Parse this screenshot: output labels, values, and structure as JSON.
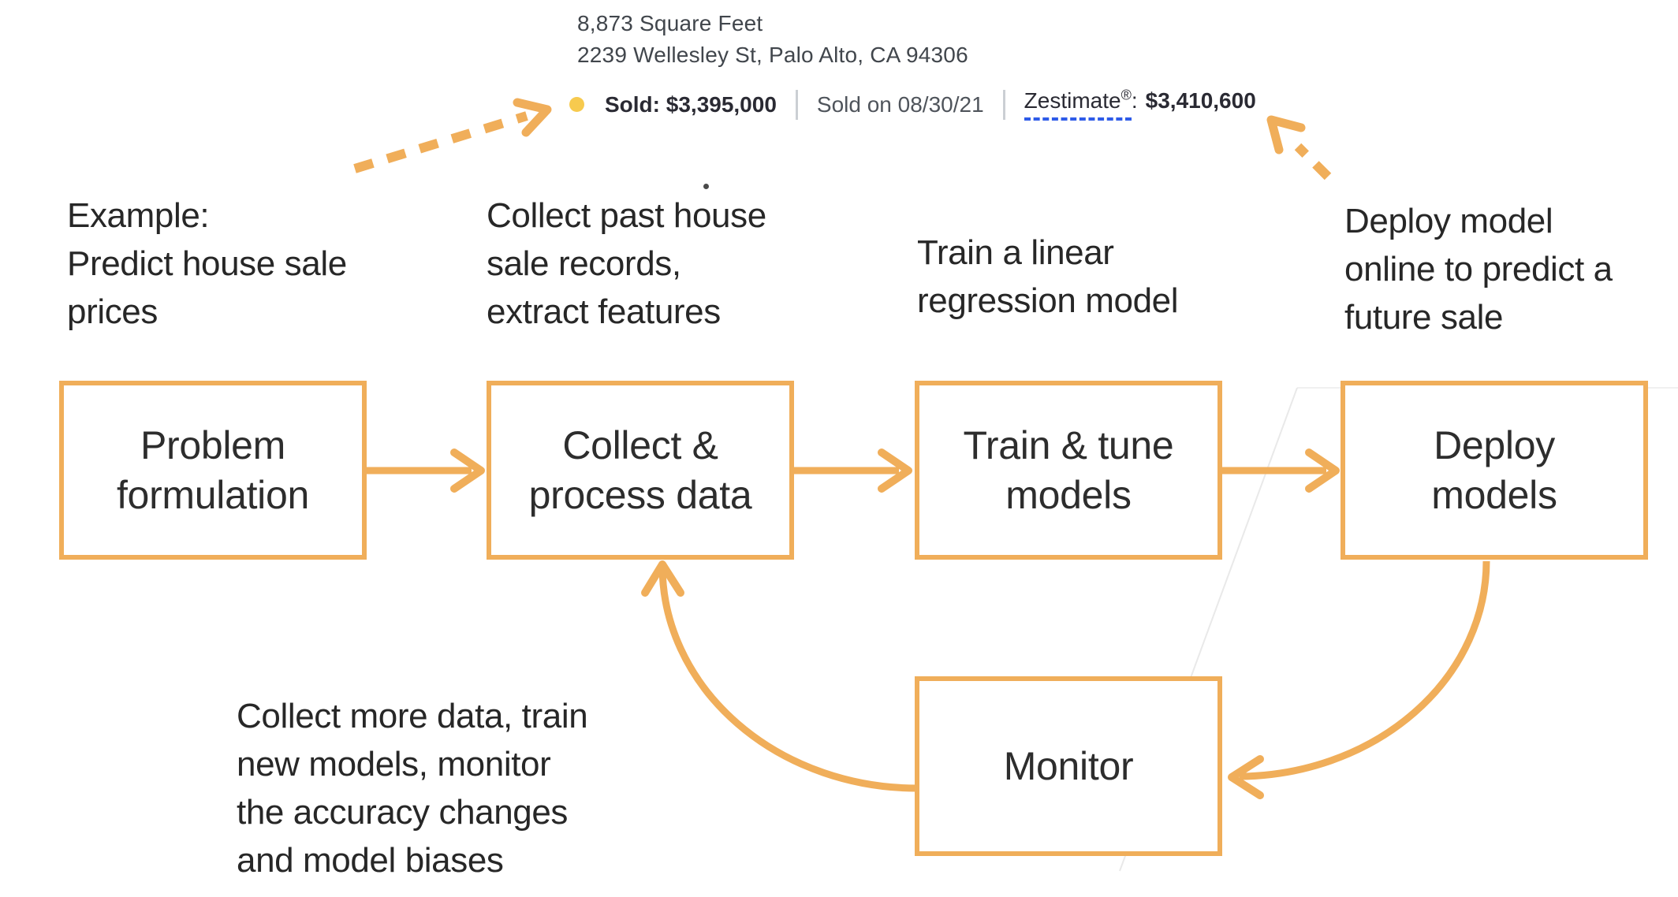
{
  "listing": {
    "sqft": "8,873 Square Feet",
    "address": "2239 Wellesley St, Palo Alto, CA 94306",
    "sold_label": "Sold: $3,395,000",
    "sold_date": "Sold on 08/30/21",
    "zestimate_label": "Zestimate",
    "zestimate_reg": "®",
    "zestimate_colon": ":",
    "zestimate_value": "$3,410,600"
  },
  "annotations": {
    "example": "Example:\nPredict house sale\nprices",
    "collect": "Collect past house\nsale records,\nextract features",
    "train": "Train a linear\nregression model",
    "deploy": "Deploy model\nonline to predict a\nfuture sale",
    "loop": "Collect more data, train\nnew models, monitor\nthe accuracy changes\nand model biases"
  },
  "boxes": {
    "problem": "Problem\nformulation",
    "collect": "Collect &\nprocess data",
    "train": "Train & tune\nmodels",
    "deploy": "Deploy\nmodels",
    "monitor": "Monitor"
  },
  "colors": {
    "accent_orange": "#F0AE5A",
    "sold_dot_yellow": "#F7CA4E",
    "zestimate_underline_blue": "#2E5BE8",
    "separator_gray": "#CBCFD4",
    "text_dark": "#2A2A33"
  }
}
